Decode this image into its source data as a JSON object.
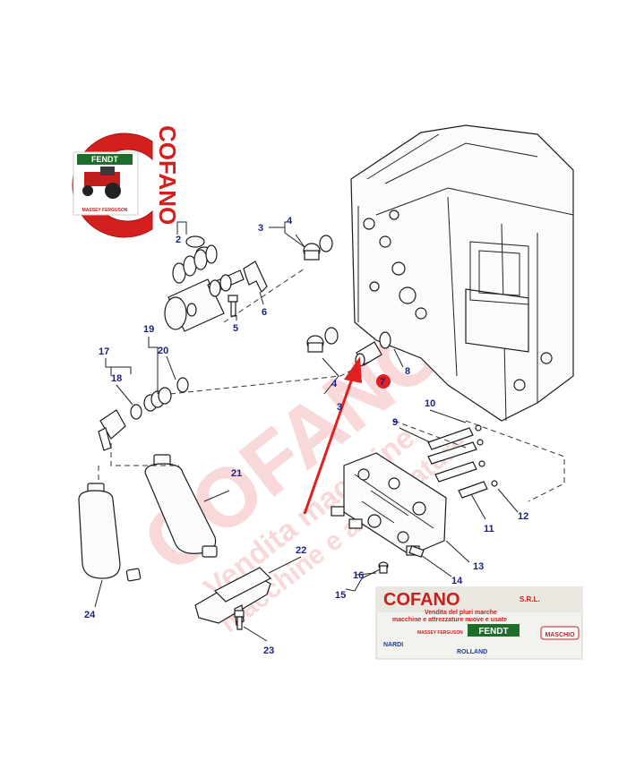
{
  "logo": {
    "brand": "COFANO",
    "badge": "FENDT",
    "sub_badge": "MASSEY FERGUSON"
  },
  "watermark": {
    "line1": "COFANO",
    "line2": "Vendita macchine",
    "line3": "macchine e attrezzature"
  },
  "callouts": [
    {
      "id": "c2",
      "label": "2"
    },
    {
      "id": "c3a",
      "label": "3"
    },
    {
      "id": "c4a",
      "label": "4"
    },
    {
      "id": "c5",
      "label": "5"
    },
    {
      "id": "c6",
      "label": "6"
    },
    {
      "id": "c17",
      "label": "17"
    },
    {
      "id": "c18",
      "label": "18"
    },
    {
      "id": "c19",
      "label": "19"
    },
    {
      "id": "c20",
      "label": "20"
    },
    {
      "id": "c4b",
      "label": "4"
    },
    {
      "id": "c3b",
      "label": "3"
    },
    {
      "id": "c7",
      "label": "7"
    },
    {
      "id": "c8",
      "label": "8"
    },
    {
      "id": "c9",
      "label": "9"
    },
    {
      "id": "c10",
      "label": "10"
    },
    {
      "id": "c11",
      "label": "11"
    },
    {
      "id": "c12",
      "label": "12"
    },
    {
      "id": "c13",
      "label": "13"
    },
    {
      "id": "c14",
      "label": "14"
    },
    {
      "id": "c15",
      "label": "15"
    },
    {
      "id": "c16",
      "label": "16"
    },
    {
      "id": "c21",
      "label": "21"
    },
    {
      "id": "c22",
      "label": "22"
    },
    {
      "id": "c23",
      "label": "23"
    },
    {
      "id": "c24",
      "label": "24"
    }
  ],
  "banner": {
    "title": "COFANO",
    "suffix": "S.R.L.",
    "tagline1": "Vendita del pluri marche",
    "tagline2": "macchine e attrezzature nuove e usate",
    "brands": [
      "NARDI",
      "MASSEY FERGUSON",
      "FENDT",
      "MASCHIO",
      "ROLLAND"
    ]
  },
  "colors": {
    "logo_red": "#d41f1f",
    "callout_blue": "#1a1f8a",
    "arrow_red": "#e02020",
    "banner_bg": "#f2f2ee",
    "fendt_green": "#1f6d2a"
  }
}
